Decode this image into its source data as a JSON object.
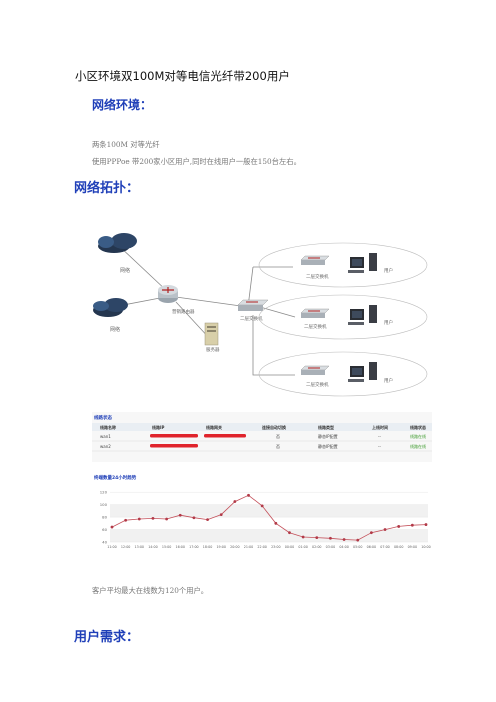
{
  "doc": {
    "title": "小区环境双100M对等电信光纤带200用户",
    "section_env": "网络环境：",
    "env_line1": "两条100M 对等光纤",
    "env_line2": "使用PPPoe 带200家小区用户,同时在线用户一般在150台左右。",
    "section_topology": "网络拓扑：",
    "caption": "客户平均最大在线数为120个用户。",
    "section_needs": "用户需求："
  },
  "topology": {
    "cloud1_label": "网络",
    "cloud2_label": "网络",
    "router_label": "营销路由器",
    "core_switch_label": "二层交换机",
    "server_label": "服务器",
    "sw1_label": "二层交换机",
    "sw2_label": "二层交换机",
    "sw3_label": "二层交换机",
    "pc1_label": "用户",
    "pc2_label": "用户",
    "pc3_label": "用户"
  },
  "line_table": {
    "header": "线路状态",
    "columns": [
      "线路名称",
      "线路IP",
      "线路网关",
      "连接自动切换",
      "线路类型",
      "上线时间",
      "线路状态"
    ],
    "rows": [
      {
        "name": "wan1",
        "switch": "否",
        "type": "静态IP配置",
        "time": "--",
        "status": "线路在线"
      },
      {
        "name": "wan2",
        "switch": "否",
        "type": "静态IP配置",
        "time": "--",
        "status": "线路在线"
      }
    ],
    "status_color": "#3c9a2c"
  },
  "chart_data": {
    "type": "line",
    "title": "终端数量24小时趋势",
    "ylim": [
      40,
      130
    ],
    "yticks": [
      40,
      60,
      80,
      100,
      120
    ],
    "x": [
      "11:00",
      "12:00",
      "13:00",
      "14:00",
      "15:00",
      "16:00",
      "17:00",
      "18:00",
      "19:00",
      "20:00",
      "21:00",
      "22:00",
      "23:00",
      "00:00",
      "01:00",
      "02:00",
      "03:00",
      "04:00",
      "05:00",
      "06:00",
      "07:00",
      "08:00",
      "09:00",
      "10:00"
    ],
    "series": [
      {
        "values": [
          64,
          75,
          77,
          78,
          77,
          83,
          79,
          76,
          84,
          105,
          115,
          98,
          70,
          55,
          48,
          47,
          46,
          44,
          43,
          55,
          60,
          65,
          67,
          68
        ]
      }
    ],
    "line_color": "#c4505a",
    "marker_color": "#b23a48"
  }
}
